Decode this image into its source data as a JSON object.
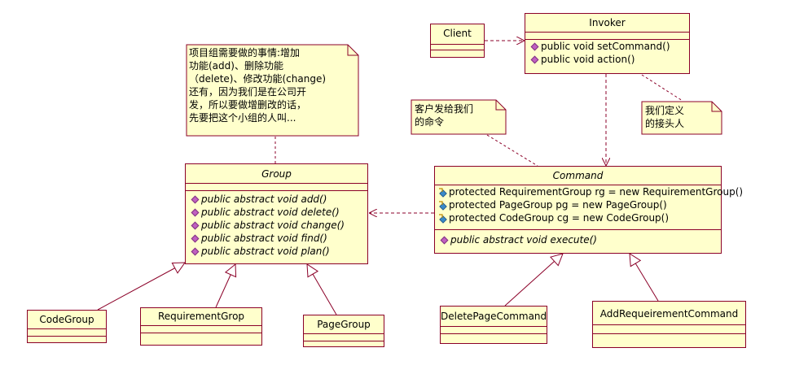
{
  "classes": {
    "client": {
      "name": "Client"
    },
    "invoker": {
      "name": "Invoker",
      "ops": [
        "public void setCommand()",
        "public void action()"
      ]
    },
    "group": {
      "name": "Group",
      "ops": [
        "public abstract void add()",
        "public abstract void delete()",
        "public abstract void change()",
        "public abstract void find()",
        "public abstract void plan()"
      ]
    },
    "command": {
      "name": "Command",
      "attrs": [
        "protected RequirementGroup rg = new RequirementGroup()",
        "protected PageGroup pg = new PageGroup()",
        "protected CodeGroup cg = new CodeGroup()"
      ],
      "ops": [
        "public abstract void execute()"
      ]
    },
    "codegroup": {
      "name": "CodeGroup"
    },
    "requirementgrop": {
      "name": "RequirementGrop"
    },
    "pagegroup": {
      "name": "PageGroup"
    },
    "deletepagecommand": {
      "name": "DeletePageCommand"
    },
    "addrequeirementcommand": {
      "name": "AddRequeirementCommand"
    }
  },
  "notes": {
    "project": [
      "项目组需要做的事情:增加",
      "功能(add)、删除功能",
      "（delete)、修改功能(change)",
      "还有，因为我们是在公司开",
      "发，所以要做增删改的话，",
      "先要把这个小组的人叫..."
    ],
    "client_cmd": [
      "客户发给我们",
      "的命令"
    ],
    "invoker_def": [
      "我们定义",
      "的接头人"
    ]
  },
  "colors": {
    "stroke": "#8b0028",
    "fill": "#ffffcc",
    "op_icon": "#c060c0",
    "attr_icon": "#3a8ac8"
  }
}
